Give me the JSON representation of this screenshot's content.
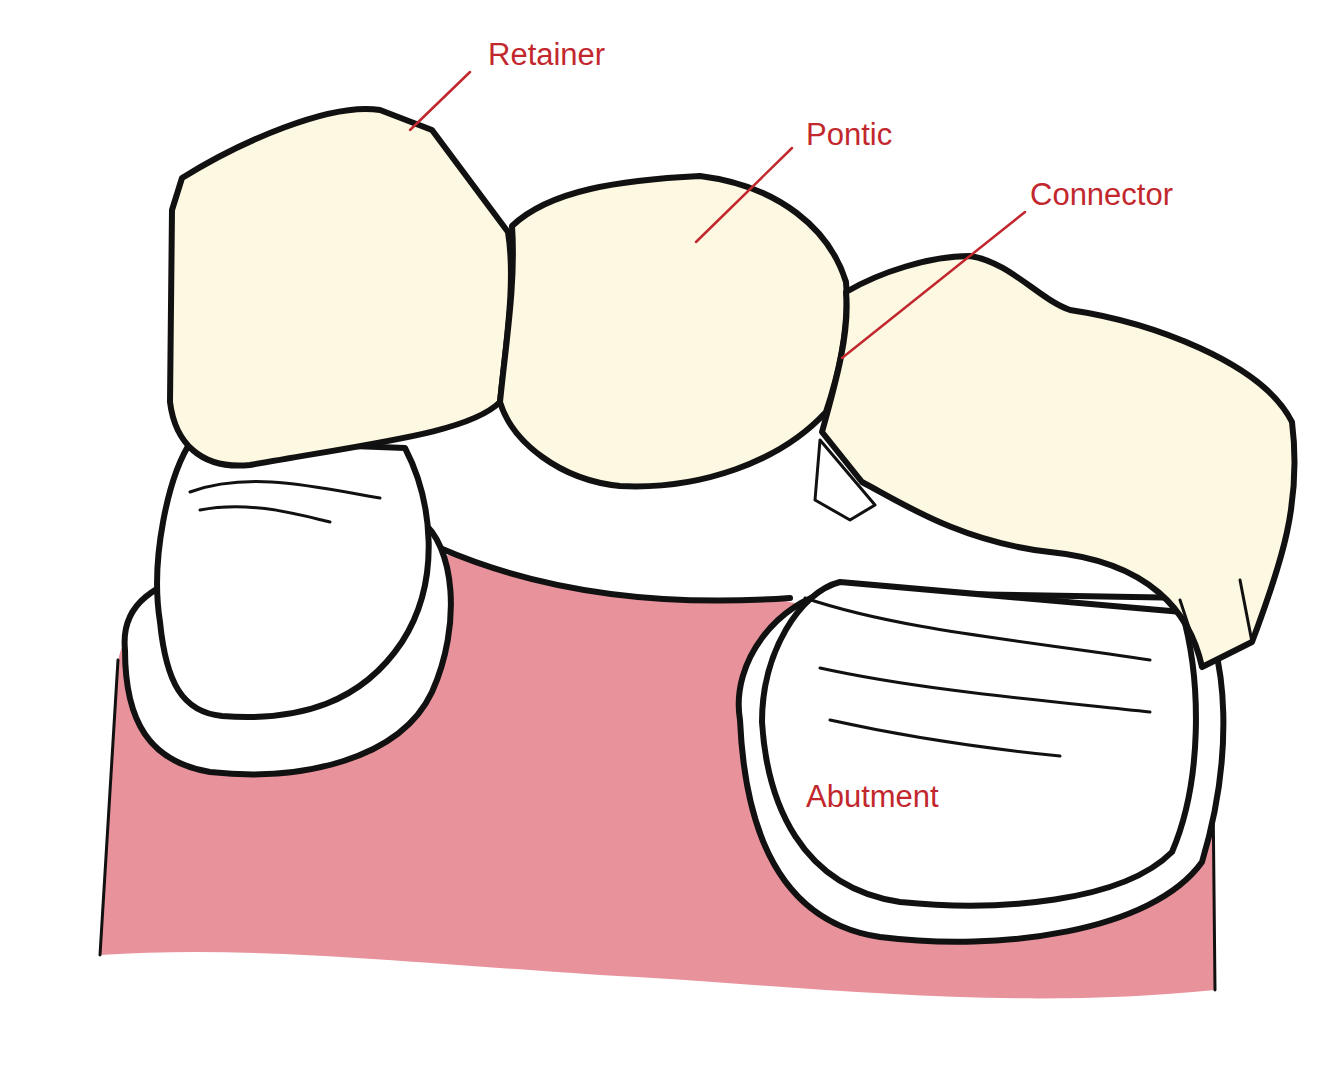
{
  "diagram": {
    "labels": [
      "Retainer",
      "Pontic",
      "Connector",
      "Abutment"
    ]
  }
}
